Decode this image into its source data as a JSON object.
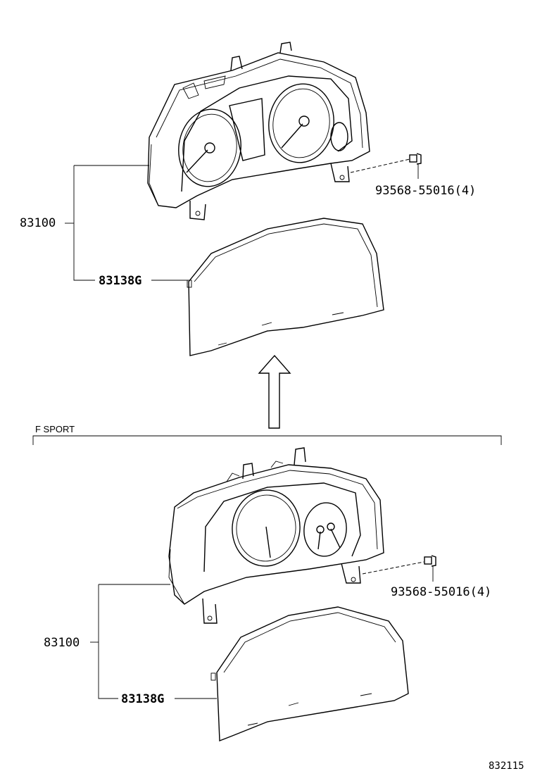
{
  "upper": {
    "assembly_label": "83100",
    "lens_label": "83138G",
    "screw_label": "93568-55016(4)"
  },
  "section": {
    "label": "F SPORT"
  },
  "lower": {
    "assembly_label": "83100",
    "lens_label": "83138G",
    "screw_label": "93568-55016(4)"
  },
  "footer": {
    "diagram_ref": "832115"
  }
}
